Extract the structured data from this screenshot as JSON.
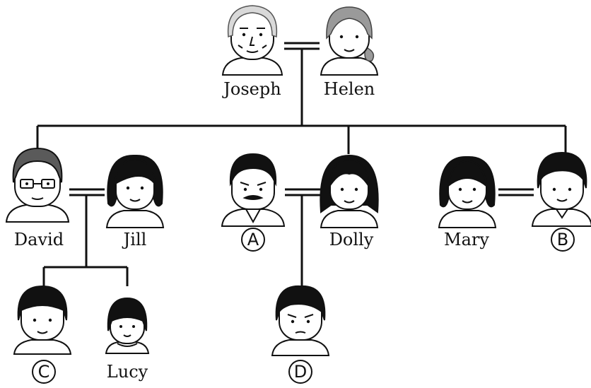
{
  "people": {
    "joseph": {
      "name": "Joseph"
    },
    "helen": {
      "name": "Helen"
    },
    "david": {
      "name": "David"
    },
    "jill": {
      "name": "Jill"
    },
    "a": {
      "name": "A"
    },
    "dolly": {
      "name": "Dolly"
    },
    "mary": {
      "name": "Mary"
    },
    "b": {
      "name": "B"
    },
    "c": {
      "name": "C"
    },
    "lucy": {
      "name": "Lucy"
    },
    "d": {
      "name": "D"
    }
  },
  "colors": {
    "line": "#111111",
    "hair_dark": "#111111",
    "hair_grey": "#9a9a9a",
    "hair_light": "#d9d9d9",
    "background": "#ffffff"
  }
}
